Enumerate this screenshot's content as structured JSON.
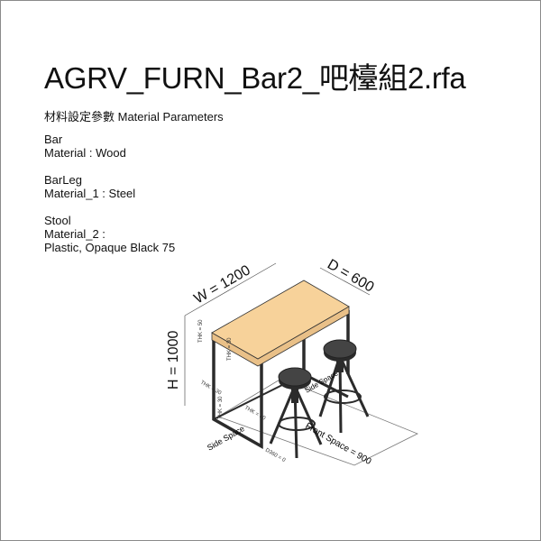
{
  "title": "AGRV_FURN_Bar2_吧檯組2.rfa",
  "subtitle": "材料設定參數 Material Parameters",
  "materials": [
    {
      "name": "Bar",
      "lines": [
        "Material :  Wood"
      ]
    },
    {
      "name": "BarLeg",
      "lines": [
        "Material_1 :  Steel"
      ]
    },
    {
      "name": "Stool",
      "lines": [
        "Material_2 :",
        "Plastic, Opaque Black 75"
      ]
    }
  ],
  "dimensions": {
    "width": "W = 1200",
    "depth": "D = 600",
    "height": "H = 1000",
    "front_space": "Front Space = 900",
    "side_space": "Side Space",
    "side_space_2": "Side Space",
    "thk_top": "THK = 50",
    "thk_leg": "THK = 30",
    "thk_leg_2": "THK = 30",
    "thk_leg_3": "THK = 30",
    "thk_rail": "THK = 30",
    "seat": "D360 = 0"
  },
  "colors": {
    "wood": "#f7d29a",
    "steel": "#2b2b2b",
    "seat": "#3a3a3a",
    "frame": "#8a8a8a"
  }
}
